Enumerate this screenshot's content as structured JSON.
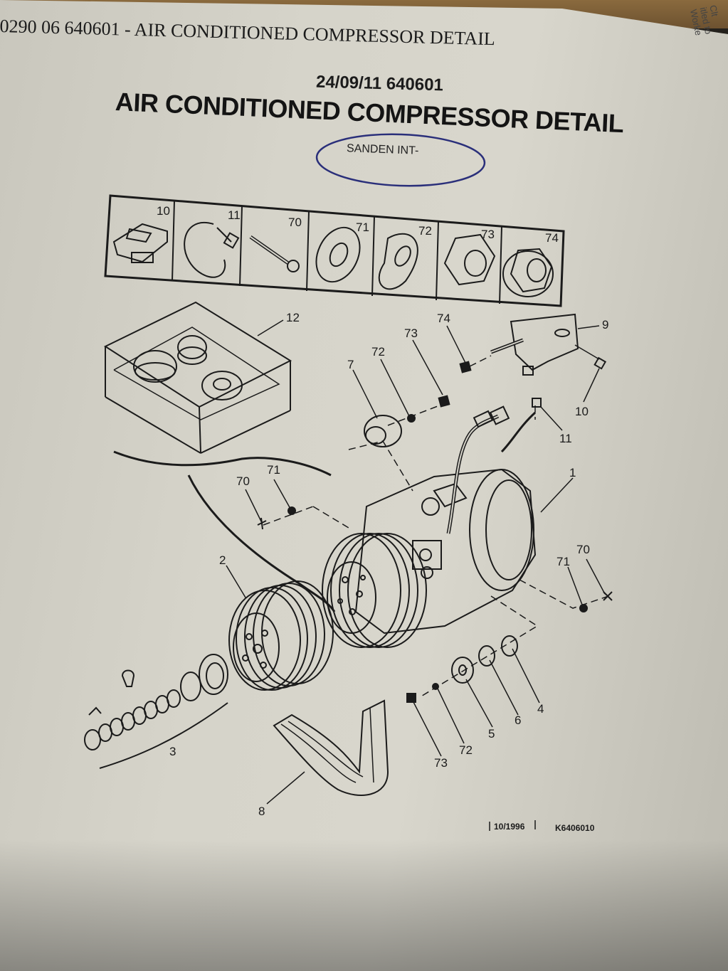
{
  "document": {
    "header_line": "0290 06 640601 - AIR CONDITIONED COMPRESSOR DETAIL",
    "date_code": "24/09/11 640601",
    "title": "AIR CONDITIONED COMPRESSOR DETAIL",
    "handwritten_note": "SANDEN INT-",
    "side_note_lines": [
      "Clt",
      "itled to",
      "Worke"
    ],
    "footer_date": "10/1996",
    "footer_ref": "K6406010"
  },
  "colors": {
    "paper": "#d6d4ca",
    "ink": "#1b1b1b",
    "pen_circle": "#2a2f7a"
  },
  "strip_items": [
    "10",
    "11",
    "70",
    "71",
    "72",
    "73",
    "74"
  ],
  "callouts": {
    "c12": "12",
    "c74": "74",
    "c9": "9",
    "c73": "73",
    "c72": "72",
    "c7": "7",
    "c10": "10",
    "c11": "11",
    "c1": "1",
    "c71a": "71",
    "c70a": "70",
    "c2": "2",
    "c71b": "71",
    "c70b": "70",
    "c4": "4",
    "c6": "6",
    "c5": "5",
    "c72b": "72",
    "c73b": "73",
    "c3": "3",
    "c8": "8"
  }
}
